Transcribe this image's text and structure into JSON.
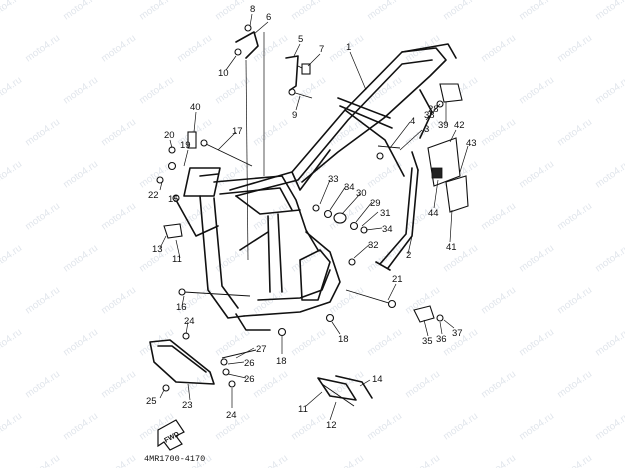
{
  "diagram": {
    "catalog_code": "4MR1700-4170",
    "direction_badge": "FWD",
    "watermark": "moto4.ru",
    "callouts": [
      {
        "id": "c1",
        "text": "1"
      },
      {
        "id": "c2",
        "text": "2"
      },
      {
        "id": "c3",
        "text": "3"
      },
      {
        "id": "c4",
        "text": "4"
      },
      {
        "id": "c5",
        "text": "5"
      },
      {
        "id": "c6",
        "text": "6"
      },
      {
        "id": "c7",
        "text": "7"
      },
      {
        "id": "c8",
        "text": "8"
      },
      {
        "id": "c9",
        "text": "9"
      },
      {
        "id": "c10",
        "text": "10"
      },
      {
        "id": "c11a",
        "text": "11"
      },
      {
        "id": "c11b",
        "text": "11"
      },
      {
        "id": "c12",
        "text": "12"
      },
      {
        "id": "c13",
        "text": "13"
      },
      {
        "id": "c14",
        "text": "14"
      },
      {
        "id": "c15",
        "text": "15"
      },
      {
        "id": "c16",
        "text": "16"
      },
      {
        "id": "c17",
        "text": "17"
      },
      {
        "id": "c18a",
        "text": "18"
      },
      {
        "id": "c18b",
        "text": "18"
      },
      {
        "id": "c19",
        "text": "19"
      },
      {
        "id": "c20",
        "text": "20"
      },
      {
        "id": "c21",
        "text": "21"
      },
      {
        "id": "c22",
        "text": "22"
      },
      {
        "id": "c23",
        "text": "23"
      },
      {
        "id": "c24a",
        "text": "24"
      },
      {
        "id": "c24b",
        "text": "24"
      },
      {
        "id": "c25",
        "text": "25"
      },
      {
        "id": "c26a",
        "text": "26"
      },
      {
        "id": "c26b",
        "text": "26"
      },
      {
        "id": "c27",
        "text": "27"
      },
      {
        "id": "c28",
        "text": "28"
      },
      {
        "id": "c29",
        "text": "29"
      },
      {
        "id": "c30",
        "text": "30"
      },
      {
        "id": "c31",
        "text": "31"
      },
      {
        "id": "c32",
        "text": "32"
      },
      {
        "id": "c33",
        "text": "33"
      },
      {
        "id": "c34a",
        "text": "34"
      },
      {
        "id": "c34b",
        "text": "34"
      },
      {
        "id": "c35",
        "text": "35"
      },
      {
        "id": "c36",
        "text": "36"
      },
      {
        "id": "c37",
        "text": "37"
      },
      {
        "id": "c38",
        "text": "38"
      },
      {
        "id": "c39",
        "text": "39"
      },
      {
        "id": "c40",
        "text": "40"
      },
      {
        "id": "c41",
        "text": "41"
      },
      {
        "id": "c42",
        "text": "42"
      },
      {
        "id": "c43",
        "text": "43"
      },
      {
        "id": "c44",
        "text": "44"
      }
    ]
  }
}
